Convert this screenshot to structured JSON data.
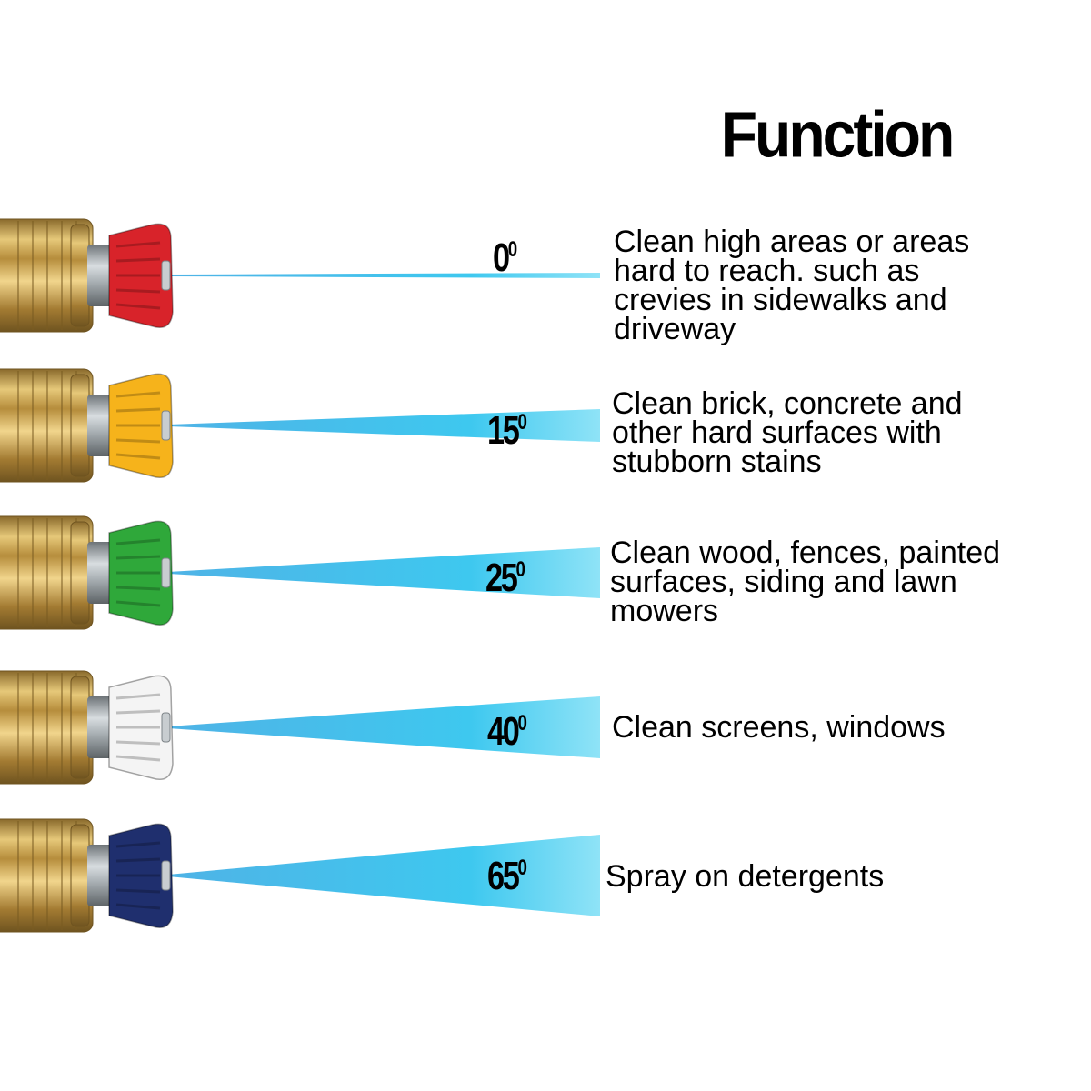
{
  "title": "Function",
  "colors": {
    "brass": "#c9a04a",
    "spray": "#3fc2e8",
    "red": "#d8232a",
    "yellow": "#f6b31b",
    "green": "#2fa83a",
    "white": "#f4f4f4",
    "blue": "#1f2f6e"
  },
  "nozzles": [
    {
      "angle": "0",
      "degree_symbol": "0",
      "color_name": "red",
      "color": "#d8232a",
      "description_lines": [
        "Clean high areas or areas",
        "hard to reach. such as",
        "crevies in sidewalks and",
        "driveway"
      ]
    },
    {
      "angle": "15",
      "degree_symbol": "0",
      "color_name": "yellow",
      "color": "#f6b31b",
      "description_lines": [
        "Clean brick, concrete and",
        "other hard surfaces with",
        "stubborn stains"
      ]
    },
    {
      "angle": "25",
      "degree_symbol": "0",
      "color_name": "green",
      "color": "#2fa83a",
      "description_lines": [
        "Clean wood, fences, painted",
        "surfaces, siding and lawn",
        "mowers"
      ]
    },
    {
      "angle": "40",
      "degree_symbol": "0",
      "color_name": "white",
      "color": "#f4f4f4",
      "description_lines": [
        "Clean screens, windows"
      ]
    },
    {
      "angle": "65",
      "degree_symbol": "0",
      "color_name": "blue",
      "color": "#1f2f6e",
      "description_lines": [
        "Spray on detergents"
      ]
    }
  ]
}
